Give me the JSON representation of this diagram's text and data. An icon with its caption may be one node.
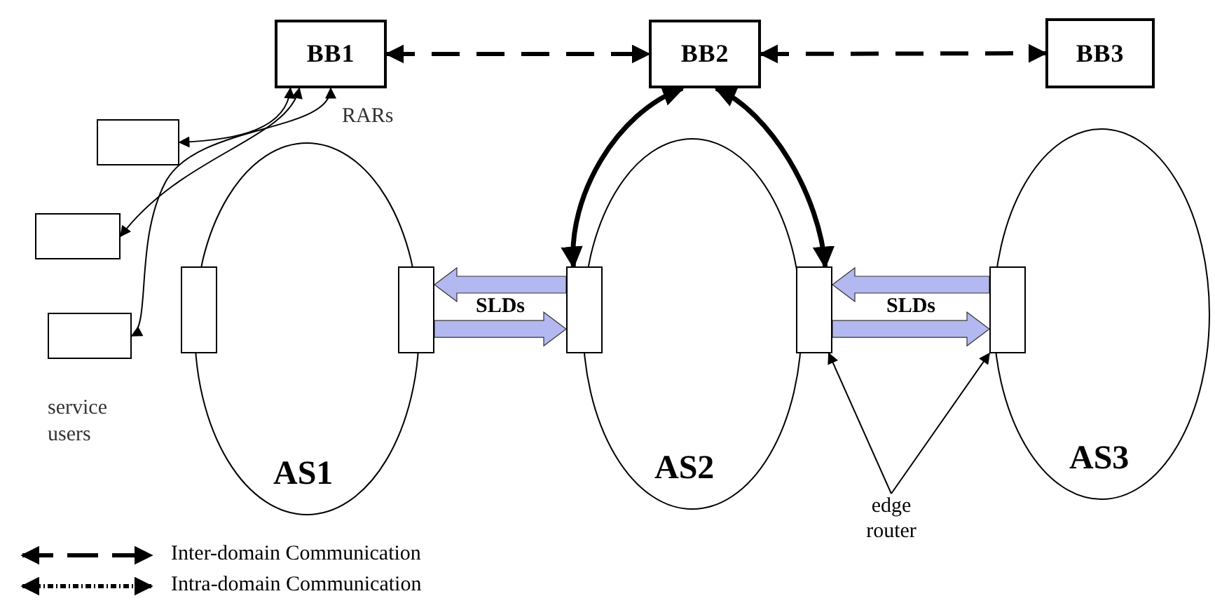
{
  "diagram": {
    "nodes": [
      {
        "text": [
          "BB1"
        ]
      },
      {
        "text": [
          "BB2"
        ]
      },
      {
        "text": [
          "BB3"
        ]
      },
      {
        "text": [
          "AS1"
        ]
      },
      {
        "text": [
          "AS2"
        ]
      },
      {
        "text": [
          "AS3"
        ]
      },
      {
        "text": [],
        "shape": "box"
      },
      {
        "text": [],
        "shape": "box"
      },
      {
        "text": [],
        "shape": "box"
      },
      {
        "text": [],
        "shape": "box"
      },
      {
        "text": [],
        "shape": "box"
      },
      {
        "text": [],
        "shape": "box"
      },
      {
        "text": [],
        "shape": "box"
      },
      {
        "text": [],
        "shape": "box"
      },
      {
        "text": [
          "edge router"
        ]
      }
    ],
    "edges": [
      {
        "from": 0,
        "to": 1,
        "arrow": "both",
        "style": "dashed"
      },
      {
        "from": 1,
        "to": 2,
        "arrow": "both",
        "style": "dashed"
      },
      {
        "from": 1,
        "to": 11,
        "arrow": "both",
        "style": "thick"
      },
      {
        "from": 1,
        "to": 12,
        "arrow": "both",
        "style": "thick"
      },
      {
        "from": 0,
        "to": 6,
        "arrow": "both"
      },
      {
        "from": 0,
        "to": 7,
        "arrow": "both"
      },
      {
        "from": 0,
        "to": 8,
        "arrow": "both"
      },
      {
        "from": 11,
        "to": 10,
        "arrow": "to",
        "style": "thick",
        "color": "#b4b8f0"
      },
      {
        "from": 10,
        "to": 11,
        "arrow": "to",
        "style": "thick",
        "color": "#b4b8f0",
        "label": "SLDs"
      },
      {
        "from": 13,
        "to": 12,
        "arrow": "to",
        "style": "thick",
        "color": "#b4b8f0"
      },
      {
        "from": 12,
        "to": 13,
        "arrow": "to",
        "style": "thick",
        "color": "#b4b8f0",
        "label": "SLDs"
      },
      {
        "from": 14,
        "to": 12,
        "arrow": "to"
      },
      {
        "from": 14,
        "to": 13,
        "arrow": "to"
      }
    ],
    "labels": [
      "RARs",
      "service users"
    ],
    "legend": [
      {
        "text": "Inter-domain Communication"
      },
      {
        "text": "Intra-domain Communication"
      }
    ]
  }
}
